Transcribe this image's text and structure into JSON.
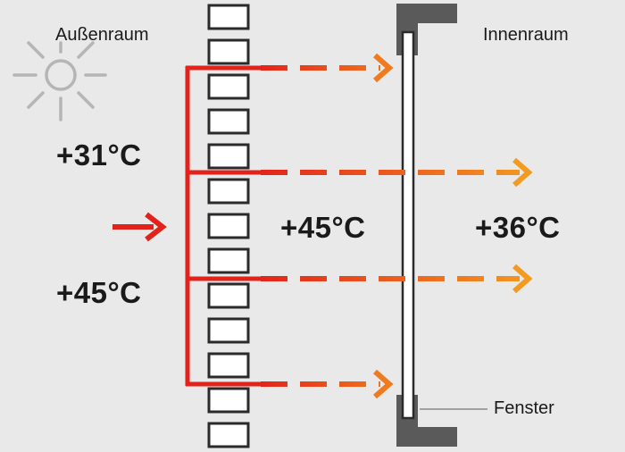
{
  "labels": {
    "outside": "Außenraum",
    "inside": "Innenraum",
    "window": "Fenster"
  },
  "temperatures": {
    "outside_air": "+31°C",
    "outside_surface": "+45°C",
    "gap": "+45°C",
    "room": "+36°C"
  },
  "colors": {
    "background": "#e9e9e9",
    "sun": "#b5b5b5",
    "brick_outline": "#2a2a2a",
    "frame": "#5a5a5a",
    "red": "#e3231b",
    "orange": "#f39a20"
  },
  "icons": {
    "sun": "sun-icon"
  }
}
